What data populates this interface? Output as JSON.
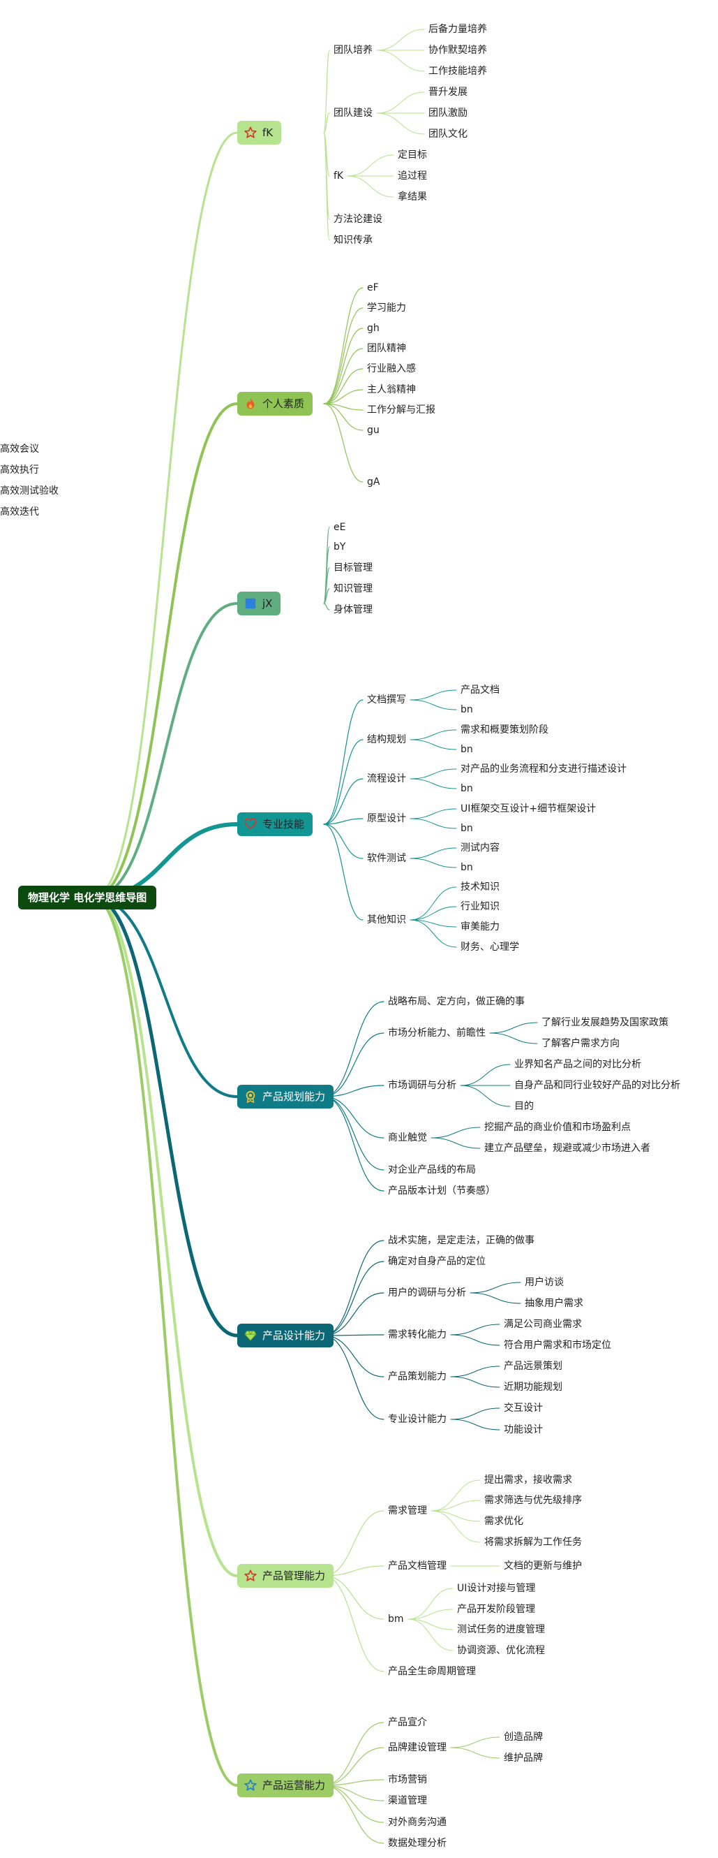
{
  "root": {
    "title": "物理化学 电化学思维导图"
  },
  "branches": [
    {
      "title": "fK",
      "icon": "star-outline-icon",
      "color": "#b6e38d",
      "children": [
        {
          "label": "团队培养",
          "children": [
            "后备力量培养",
            "协作默契培养",
            "工作技能培养"
          ]
        },
        {
          "label": "团队建设",
          "children": [
            "晋升发展",
            "团队激励",
            "团队文化"
          ]
        },
        {
          "label": "fK",
          "children": [
            "定目标",
            "追过程",
            "拿结果"
          ]
        },
        {
          "label": "方法论建设",
          "children": []
        },
        {
          "label": "知识传承",
          "children": []
        }
      ]
    },
    {
      "title": "个人素质",
      "icon": "fire-icon",
      "color": "#8fc455",
      "children": [
        {
          "label": "eF",
          "children": []
        },
        {
          "label": "学习能力",
          "children": []
        },
        {
          "label": "gh",
          "children": []
        },
        {
          "label": "团队精神",
          "children": []
        },
        {
          "label": "行业融入感",
          "children": []
        },
        {
          "label": "主人翁精神",
          "children": []
        },
        {
          "label": "工作分解与汇报",
          "children": []
        },
        {
          "label": "gu",
          "children": []
        },
        {
          "label": "gA",
          "children": [
            "高效会议",
            "高效执行",
            "高效测试验收",
            "高效迭代"
          ]
        }
      ]
    },
    {
      "title": "jX",
      "icon": "blue-square-icon",
      "color": "#5fae80",
      "children": [
        {
          "label": "eE",
          "children": []
        },
        {
          "label": "bY",
          "children": []
        },
        {
          "label": "目标管理",
          "children": []
        },
        {
          "label": "知识管理",
          "children": []
        },
        {
          "label": "身体管理",
          "children": []
        }
      ]
    },
    {
      "title": "专业技能",
      "icon": "heart-icon",
      "color": "#129693",
      "children": [
        {
          "label": "文档撰写",
          "children": [
            "产品文档",
            "bn"
          ]
        },
        {
          "label": "结构规划",
          "children": [
            "需求和概要策划阶段",
            "bn"
          ]
        },
        {
          "label": "流程设计",
          "children": [
            "对产品的业务流程和分支进行描述设计",
            "bn"
          ]
        },
        {
          "label": "原型设计",
          "children": [
            "UI框架交互设计+细节框架设计",
            "bn"
          ]
        },
        {
          "label": "软件测试",
          "children": [
            "测试内容",
            "bn"
          ]
        },
        {
          "label": "其他知识",
          "children": [
            "技术知识",
            "行业知识",
            "审美能力",
            "财务、心理学"
          ]
        }
      ]
    },
    {
      "title": "产品规划能力",
      "icon": "medal-icon",
      "color": "#0f7b86",
      "children": [
        {
          "label": "战略布局、定方向，做正确的事",
          "children": []
        },
        {
          "label": "市场分析能力、前瞻性",
          "children": [
            "了解行业发展趋势及国家政策",
            "了解客户需求方向"
          ]
        },
        {
          "label": "市场调研与分析",
          "children": [
            "业界知名产品之间的对比分析",
            "自身产品和同行业较好产品的对比分析",
            "目的"
          ]
        },
        {
          "label": "商业触觉",
          "children": [
            "挖掘产品的商业价值和市场盈利点",
            "建立产品壁垒，规避或减少市场进入者"
          ]
        },
        {
          "label": "对企业产品线的布局",
          "children": []
        },
        {
          "label": "产品版本计划（节奏感）",
          "children": []
        }
      ]
    },
    {
      "title": "产品设计能力",
      "icon": "diamond-icon",
      "color": "#0b6775",
      "children": [
        {
          "label": "战术实施，是定走法，正确的做事",
          "children": []
        },
        {
          "label": "确定对自身产品的定位",
          "children": []
        },
        {
          "label": "用户的调研与分析",
          "children": [
            "用户访谈",
            "抽象用户需求"
          ]
        },
        {
          "label": "需求转化能力",
          "children": [
            "满足公司商业需求",
            "符合用户需求和市场定位"
          ]
        },
        {
          "label": "产品策划能力",
          "children": [
            "产品远景策划",
            "近期功能规划"
          ]
        },
        {
          "label": "专业设计能力",
          "children": [
            "交互设计",
            "功能设计"
          ]
        }
      ]
    },
    {
      "title": "产品管理能力",
      "icon": "star-outline-icon",
      "color": "#b6e38d",
      "children": [
        {
          "label": "需求管理",
          "children": [
            "提出需求，接收需求",
            "需求筛选与优先级排序",
            "需求优化",
            "将需求拆解为工作任务"
          ]
        },
        {
          "label": "产品文档管理",
          "children": [
            "文档的更新与维护"
          ]
        },
        {
          "label": "bm",
          "children": [
            "UI设计对接与管理",
            "产品开发阶段管理",
            "测试任务的进度管理",
            "协调资源、优化流程"
          ]
        },
        {
          "label": "产品全生命周期管理",
          "children": []
        }
      ]
    },
    {
      "title": "产品运营能力",
      "icon": "star-outline-blue-icon",
      "color": "#9ccc65",
      "children": [
        {
          "label": "产品宣介",
          "children": []
        },
        {
          "label": "品牌建设管理",
          "children": [
            "创造品牌",
            "维护品牌"
          ]
        },
        {
          "label": "市场营销",
          "children": []
        },
        {
          "label": "渠道管理",
          "children": []
        },
        {
          "label": "对外商务沟通",
          "children": []
        },
        {
          "label": "数据处理分析",
          "children": []
        }
      ]
    }
  ]
}
